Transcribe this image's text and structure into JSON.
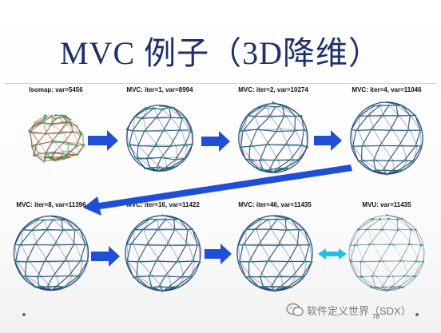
{
  "slide": {
    "title": "MVC 例子（3D降维）",
    "page_number": "78",
    "watermark": "软件定义世界（SDX）",
    "colors": {
      "title": "#1f2f6b",
      "arrow_blue": "#1f4fd6",
      "arrow_cyan": "#1ec0ea",
      "mesh_edge": "#1d3d7a",
      "mesh_node": "#2aa05a",
      "isomap_edge": "#b3372a"
    }
  },
  "panels": [
    {
      "caption": "Isomap: var=5456",
      "style": "isomap"
    },
    {
      "caption": "MVC: iter=1, var=8994",
      "style": "sphere"
    },
    {
      "caption": "MVC: iter=2, var=10274",
      "style": "sphere"
    },
    {
      "caption": "MVC: iter=4, var=11046",
      "style": "sphere"
    },
    {
      "caption": "MVC: iter=8, var=11396",
      "style": "sphere"
    },
    {
      "caption": "MVC: iter=16, var=11422",
      "style": "sphere"
    },
    {
      "caption": "MVC: iter=46, var=11435",
      "style": "sphere"
    },
    {
      "caption": "MVU: var=11435",
      "style": "mvu"
    }
  ],
  "arrows": [
    {
      "icon": "right-arrow-icon",
      "color": "blue"
    },
    {
      "icon": "right-arrow-icon",
      "color": "blue"
    },
    {
      "icon": "right-arrow-icon",
      "color": "blue"
    },
    {
      "icon": "long-diagonal-arrow-icon",
      "color": "blue"
    },
    {
      "icon": "right-arrow-icon",
      "color": "blue"
    },
    {
      "icon": "right-arrow-icon",
      "color": "blue"
    },
    {
      "icon": "double-arrow-icon",
      "color": "cyan"
    }
  ]
}
